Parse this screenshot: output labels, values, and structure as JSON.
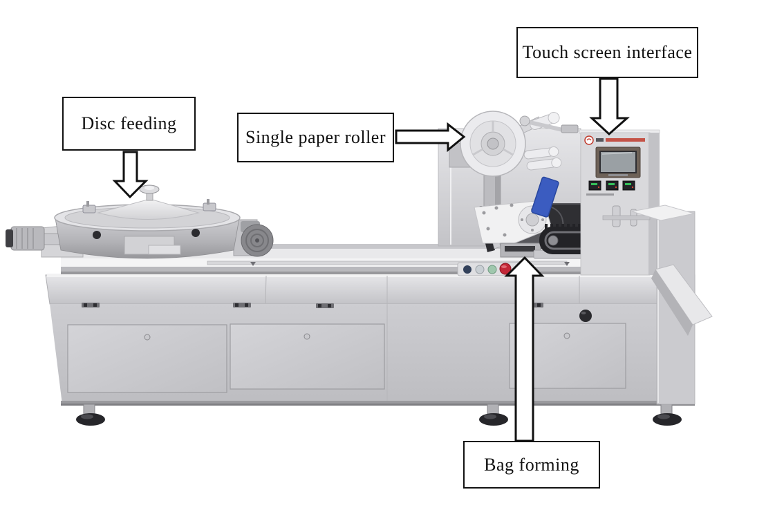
{
  "diagram": {
    "background_color": "#ffffff",
    "callouts": [
      {
        "id": "disc-feeding",
        "label": "Disc feeding",
        "arrow_direction": "down"
      },
      {
        "id": "single-paper-roller",
        "label": "Single paper roller",
        "arrow_direction": "right"
      },
      {
        "id": "touch-screen-interface",
        "label": "Touch screen interface",
        "arrow_direction": "down"
      },
      {
        "id": "bag-forming",
        "label": "Bag forming",
        "arrow_direction": "up"
      }
    ],
    "callout_style": {
      "border_color": "#111111",
      "fill_color": "#ffffff",
      "arrow_fill": "#ffffff",
      "arrow_stroke": "#111111"
    },
    "machine_colors": {
      "steel_light": "#ebebee",
      "steel_mid": "#cfcfd3",
      "steel_dark": "#a8a8ac",
      "chain_black": "#232327",
      "accent_blue": "#3b5cc0",
      "emergency_red": "#c22737",
      "start_green": "#9fc7ad",
      "screen_gray": "#9aa0a4",
      "screen_bezel": "#6e6258",
      "logo_red": "#c0392b",
      "foot_black": "#26262a"
    }
  }
}
